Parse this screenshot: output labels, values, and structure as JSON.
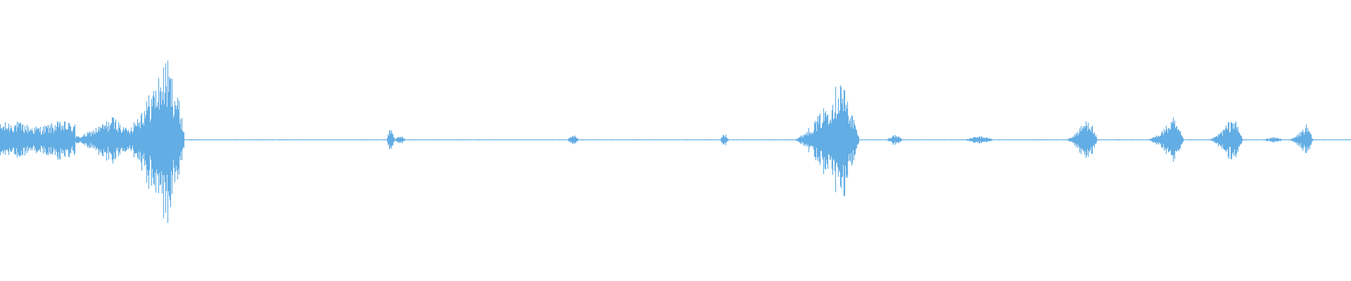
{
  "waveform": {
    "color": "#62ade4",
    "background": "#ffffff",
    "segments": [
      {
        "start": 0.0,
        "end": 0.055,
        "amp": 0.22,
        "shape": "plateau"
      },
      {
        "start": 0.05,
        "end": 0.095,
        "amp": 0.28,
        "shape": "rise"
      },
      {
        "start": 0.085,
        "end": 0.136,
        "amp": 0.95,
        "shape": "rise"
      },
      {
        "start": 0.286,
        "end": 0.292,
        "amp": 0.14,
        "shape": "burst"
      },
      {
        "start": 0.292,
        "end": 0.3,
        "amp": 0.05,
        "shape": "burst"
      },
      {
        "start": 0.42,
        "end": 0.428,
        "amp": 0.06,
        "shape": "burst"
      },
      {
        "start": 0.533,
        "end": 0.539,
        "amp": 0.07,
        "shape": "burst"
      },
      {
        "start": 0.586,
        "end": 0.636,
        "amp": 0.74,
        "shape": "peak"
      },
      {
        "start": 0.656,
        "end": 0.668,
        "amp": 0.06,
        "shape": "burst"
      },
      {
        "start": 0.714,
        "end": 0.736,
        "amp": 0.04,
        "shape": "burst"
      },
      {
        "start": 0.788,
        "end": 0.812,
        "amp": 0.29,
        "shape": "peak"
      },
      {
        "start": 0.848,
        "end": 0.876,
        "amp": 0.26,
        "shape": "peak"
      },
      {
        "start": 0.894,
        "end": 0.92,
        "amp": 0.29,
        "shape": "peak"
      },
      {
        "start": 0.935,
        "end": 0.95,
        "amp": 0.03,
        "shape": "burst"
      },
      {
        "start": 0.953,
        "end": 0.972,
        "amp": 0.18,
        "shape": "peak"
      }
    ]
  }
}
